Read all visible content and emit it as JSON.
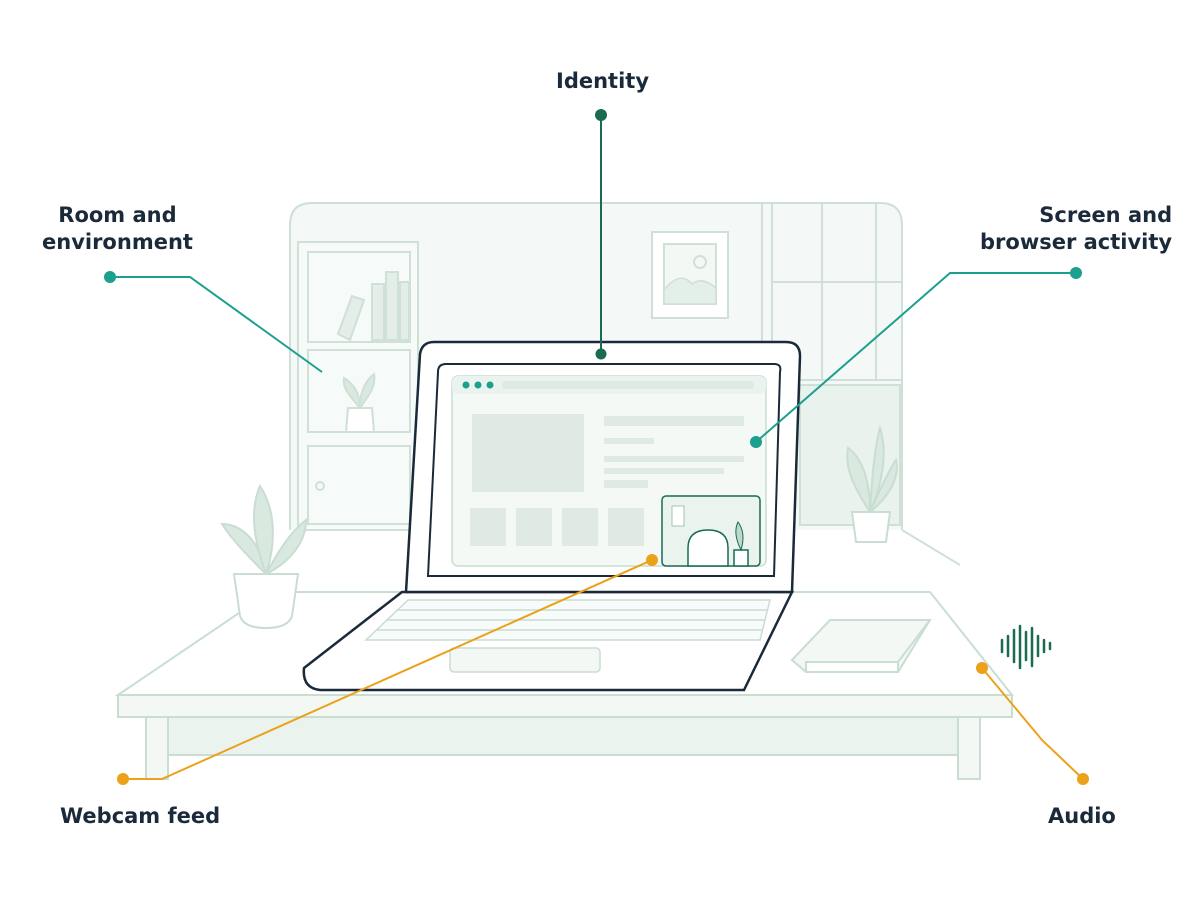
{
  "labels": {
    "identity": "Identity",
    "room_line1": "Room and",
    "room_line2": "environment",
    "screen_line1": "Screen and",
    "screen_line2": "browser activity",
    "webcam": "Webcam feed",
    "audio": "Audio"
  },
  "colors": {
    "identity": "#1a6b52",
    "teal": "#1aa08c",
    "amber": "#eba21a",
    "outline": "#1b2a3a",
    "sketch": "#c9ddd3",
    "fill": "#eef5f1"
  }
}
